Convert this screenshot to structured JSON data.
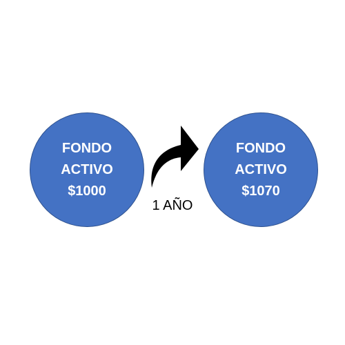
{
  "colors": {
    "circle_fill": "#4472c4",
    "circle_border": "#2f528f",
    "text_on_circle": "#ffffff",
    "arrow": "#000000"
  },
  "diagram": {
    "start": {
      "line1": "FONDO",
      "line2": "ACTIVO",
      "amount": "$1000"
    },
    "end": {
      "line1": "FONDO",
      "line2": "ACTIVO",
      "amount": "$1070"
    },
    "transition": {
      "icon": "curved-arrow-right-icon",
      "label": "1 AÑO"
    }
  }
}
